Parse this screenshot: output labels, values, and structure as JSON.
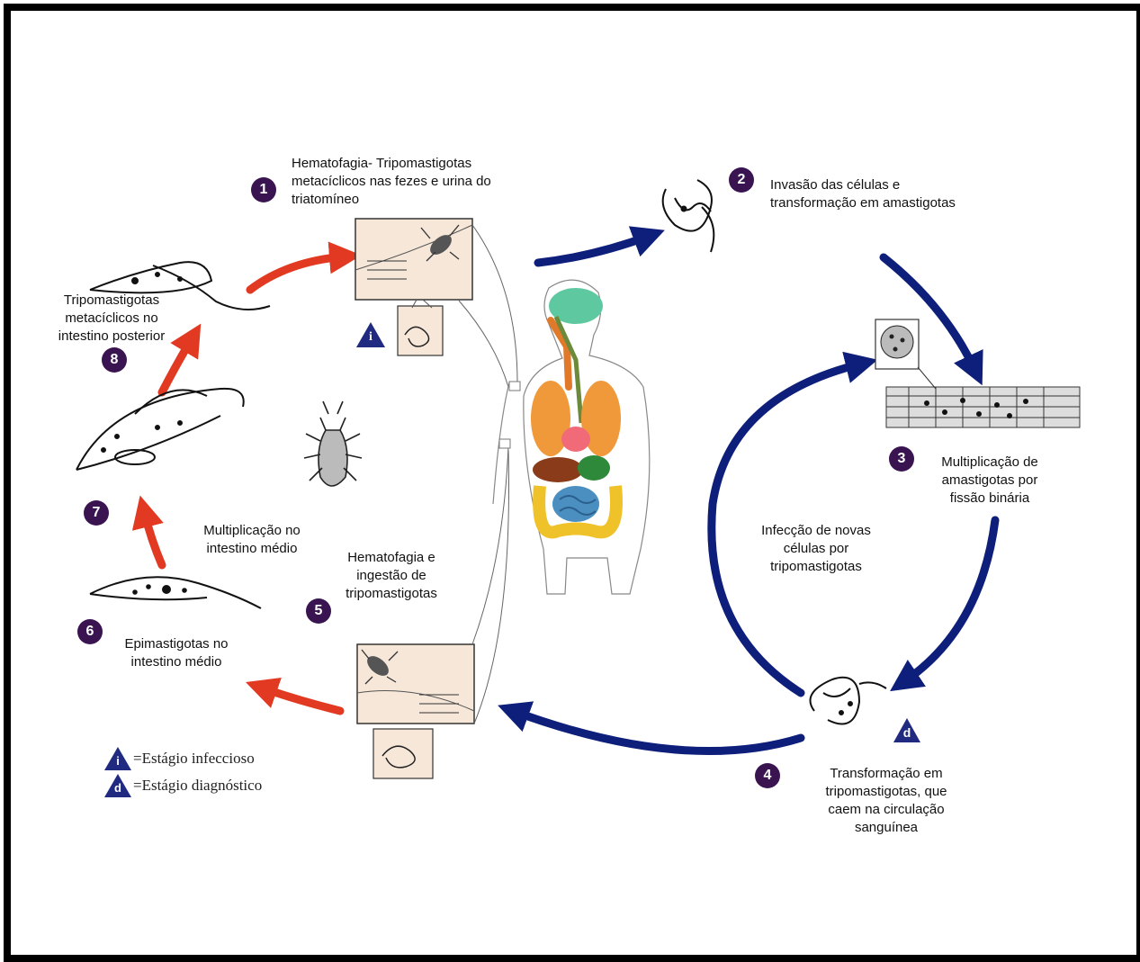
{
  "steps": [
    {
      "num": "1",
      "text": "Hematofagia- Tripomastigotas metacíclicos nas fezes e urina do triatomíneo"
    },
    {
      "num": "2",
      "text": "Invasão das células e transformação em amastigotas"
    },
    {
      "num": "3",
      "text": "Multiplicação de amastigotas por fissão binária"
    },
    {
      "num": "4",
      "text": "Transformação em tripomastigotas, que caem na circulação sanguínea"
    },
    {
      "num": "5",
      "text": "Hematofagia e ingestão de tripomastigotas"
    },
    {
      "num": "6",
      "text": "Epimastigotas no intestino médio"
    },
    {
      "num": "7",
      "text": "Multiplicação no intestino médio"
    },
    {
      "num": "8",
      "text": "Tripomastigotas metacíclicos no intestino posterior"
    }
  ],
  "center_label": "Infecção de novas células por tripomastigotas",
  "stage_markers": {
    "infective": "i",
    "diagnostic": "d"
  },
  "legend": {
    "infective_symbol": "i",
    "infective_text": "=Estágio infeccioso",
    "diagnostic_symbol": "d",
    "diagnostic_text": "=Estágio diagnóstico"
  },
  "colors": {
    "human_arrows": "#0d1f7a",
    "vector_arrows": "#e23a22",
    "badge": "#3a1450",
    "marker": "#1f2a80"
  }
}
